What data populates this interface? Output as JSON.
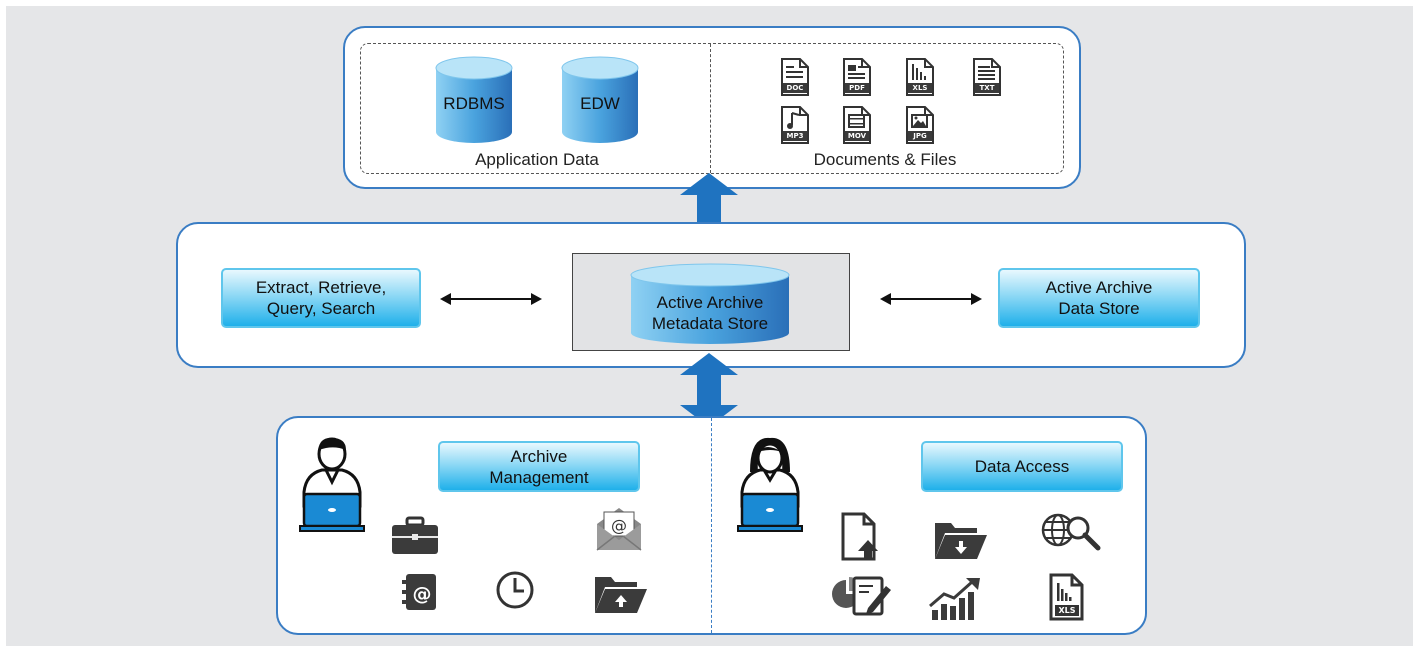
{
  "top": {
    "application_data_caption": "Application Data",
    "documents_caption": "Documents & Files",
    "databases": [
      {
        "label": "RDBMS",
        "icon": "database-icon"
      },
      {
        "label": "EDW",
        "icon": "database-icon"
      }
    ],
    "files": [
      {
        "tag": "DOC",
        "icon": "doc-file-icon"
      },
      {
        "tag": "PDF",
        "icon": "pdf-file-icon"
      },
      {
        "tag": "XLS",
        "icon": "xls-file-icon"
      },
      {
        "tag": "TXT",
        "icon": "txt-file-icon"
      },
      {
        "tag": "MP3",
        "icon": "mp3-file-icon"
      },
      {
        "tag": "MOV",
        "icon": "mov-file-icon"
      },
      {
        "tag": "JPG",
        "icon": "jpg-file-icon"
      }
    ]
  },
  "middle": {
    "left_box": {
      "line1": "Extract, Retrieve,",
      "line2": "Query, Search"
    },
    "center_store": {
      "line1": "Active Archive",
      "line2": "Metadata Store"
    },
    "right_box": {
      "line1": "Active Archive",
      "line2": "Data Store"
    }
  },
  "bottom": {
    "left": {
      "title_line1": "Archive",
      "title_line2": "Management",
      "icons": [
        "admin-user-icon",
        "briefcase-icon",
        "email-envelope-icon",
        "address-book-icon",
        "clock-icon",
        "folder-upload-icon"
      ]
    },
    "right": {
      "title": "Data Access",
      "icons": [
        "business-user-icon",
        "document-upload-icon",
        "folder-download-icon",
        "globe-search-icon",
        "report-edit-icon",
        "growth-chart-icon",
        "xls-file-icon"
      ],
      "xls_tag": "XLS"
    }
  },
  "colors": {
    "panel_border": "#3a7dc4",
    "arrow_blue": "#1f73c0",
    "pill_border": "#5fc6ec",
    "cylinder_blue": "#2f86cf",
    "background": "#e5e6e8"
  }
}
